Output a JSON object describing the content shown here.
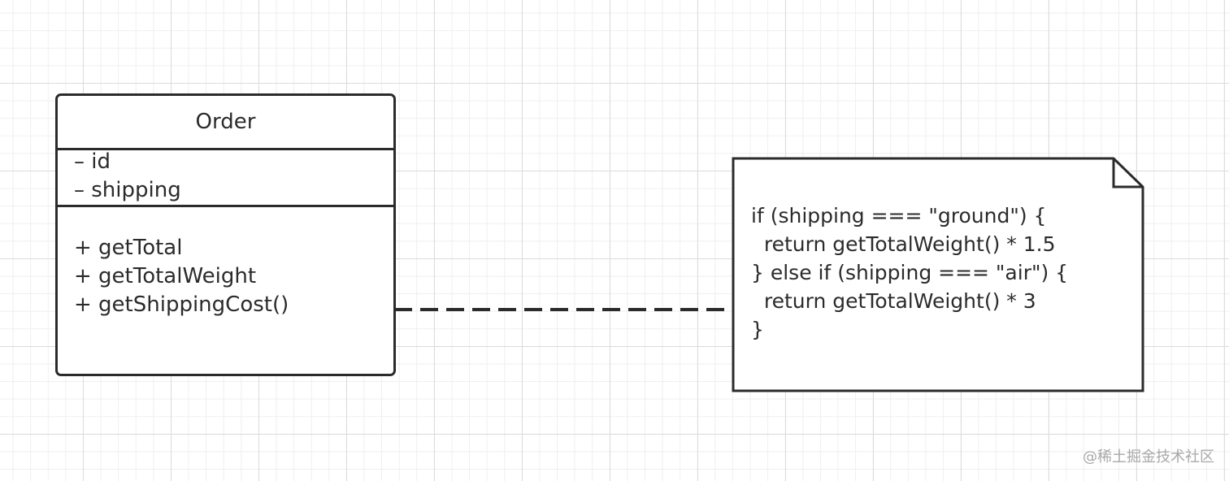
{
  "class": {
    "name": "Order",
    "attributes": [
      "– id",
      "– shipping"
    ],
    "methods": [
      "+ getTotal",
      "+ getTotalWeight",
      "+ getShippingCost()"
    ]
  },
  "note": {
    "lines": [
      "if (shipping === \"ground\") {",
      "  return getTotalWeight() * 1.5",
      "} else if (shipping === \"air\") {",
      "  return getTotalWeight() * 3",
      "}"
    ]
  },
  "watermark": "@稀土掘金技术社区",
  "colors": {
    "stroke": "#2b2b2b",
    "grid": "#dcdcdc",
    "watermark": "#a8a8a8"
  }
}
